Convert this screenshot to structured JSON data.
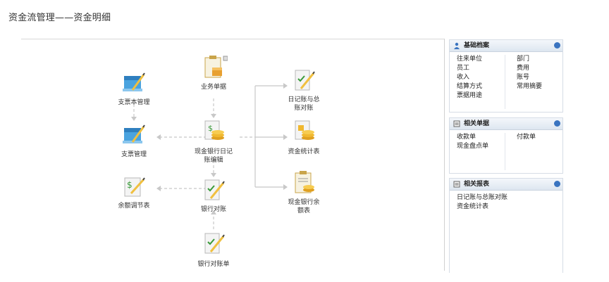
{
  "page_title": "资金流管理——资金明细",
  "flow": {
    "nodes": {
      "cheque_book": "支票本管理",
      "cheque": "支票管理",
      "balance_adjust": "余额调节表",
      "business_docs": "业务单据",
      "cash_bank_journal": "现金银行日记账编辑",
      "bank_reconcile": "银行对账",
      "bank_statement": "银行对账单",
      "journal_ledger_check": "日记账与总账对账",
      "fund_stats": "资金统计表",
      "cash_bank_balance": "现金银行余额表"
    }
  },
  "panels": {
    "basic": {
      "title": "基础档案",
      "left": [
        "往来单位",
        "员工",
        "收入",
        "结算方式",
        "票据用途"
      ],
      "right": [
        "部门",
        "费用",
        "账号",
        "常用摘要"
      ]
    },
    "docs": {
      "title": "相关单据",
      "left": [
        "收款单",
        "现金盘点单"
      ],
      "right": [
        "付款单"
      ]
    },
    "reports": {
      "title": "相关报表",
      "left": [
        "日记账与总账对账",
        "资金统计表"
      ]
    }
  }
}
